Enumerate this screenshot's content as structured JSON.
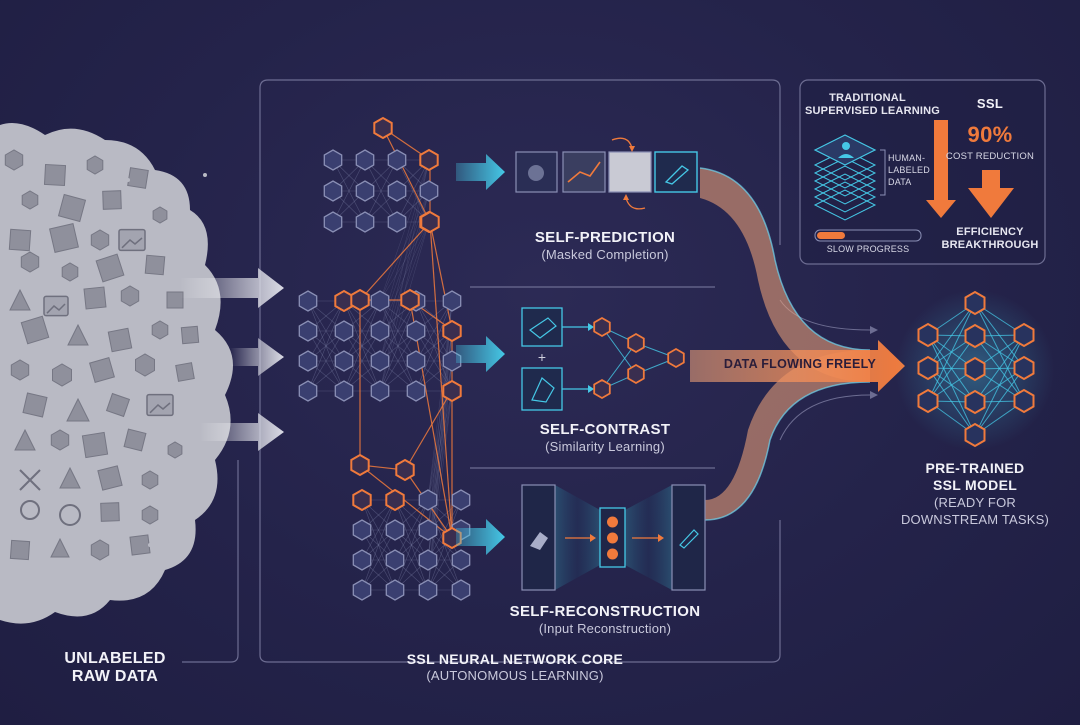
{
  "input": {
    "title_line1": "UNLABELED",
    "title_line2": "RAW DATA"
  },
  "core": {
    "title": "SSL NEURAL NETWORK CORE",
    "subtitle": "(AUTONOMOUS LEARNING)"
  },
  "methods": [
    {
      "title": "SELF-PREDICTION",
      "subtitle": "(Masked Completion)"
    },
    {
      "title": "SELF-CONTRAST",
      "subtitle": "(Similarity Learning)"
    },
    {
      "title": "SELF-RECONSTRUCTION",
      "subtitle": "(Input Reconstruction)"
    }
  ],
  "flow": {
    "label": "DATA FLOWING FREELY"
  },
  "comparison": {
    "traditional_line1": "TRADITIONAL",
    "traditional_line2": "SUPERVISED LEARNING",
    "human_labeled_line1": "HUMAN-",
    "human_labeled_line2": "LABELED",
    "human_labeled_line3": "DATA",
    "slow_progress": "SLOW PROGRESS",
    "ssl_title": "SSL",
    "percent": "90%",
    "cost_reduction": "COST REDUCTION",
    "efficiency_line1": "EFFICIENCY",
    "efficiency_line2": "BREAKTHROUGH"
  },
  "output": {
    "line1": "PRE-TRAINED",
    "line2": "SSL MODEL",
    "line3": "(READY FOR",
    "line4": "DOWNSTREAM TASKS)"
  },
  "colors": {
    "background": "#24234a",
    "orange": "#f07a3c",
    "cyan": "#45c8e6",
    "node_blue": "#3a3f70",
    "cloud": "#b9bac4"
  }
}
